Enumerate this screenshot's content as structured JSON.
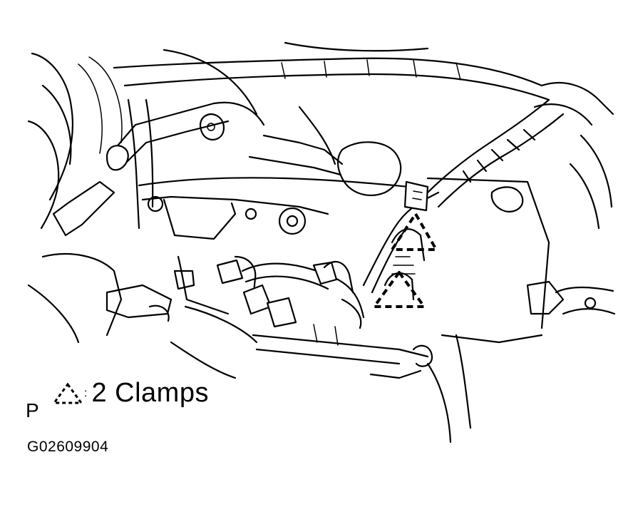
{
  "legend": {
    "icon": "dashed-triangle-clamp-icon",
    "text": "2 Clamps"
  },
  "view_mark": "P",
  "figure_code": "G02609904"
}
